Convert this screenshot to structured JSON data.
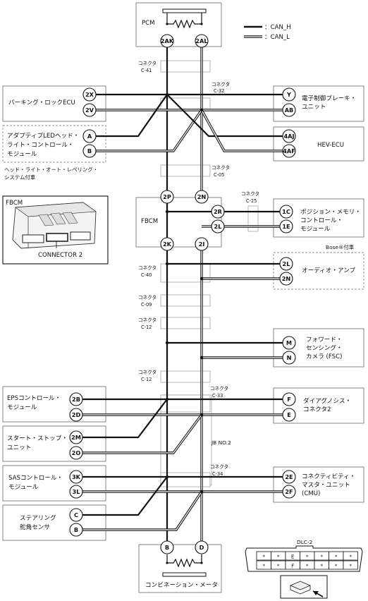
{
  "legend": {
    "can_h": "：CAN_H",
    "can_l": "：CAN_L"
  },
  "pcm": {
    "label": "PCM",
    "pin_h": "2AK",
    "pin_l": "2AL"
  },
  "connectors": {
    "c41": [
      "コネクタ",
      "C-41"
    ],
    "c32": [
      "コネクタ",
      "C-32"
    ],
    "c05": [
      "コネクタ",
      "C-05"
    ],
    "c25": [
      "コネクタ",
      "C-25"
    ],
    "c40": [
      "コネクタ",
      "C-40"
    ],
    "c09": [
      "コネクタ",
      "C-09"
    ],
    "c12a": [
      "コネクタ",
      "C-12"
    ],
    "c12b": [
      "コネクタ",
      "C-12"
    ],
    "c33": [
      "コネクタ",
      "C-33"
    ],
    "c34": [
      "コネクタ",
      "C-34"
    ]
  },
  "parking_lock": {
    "label": "パーキング・ロックECU",
    "pin_h": "2X",
    "pin_l": "2V"
  },
  "brake": {
    "label": [
      "電子制御ブレーキ・",
      "ユニット"
    ],
    "pin_h": "Y",
    "pin_l": "AB"
  },
  "headlight": {
    "label": [
      "アダプティブLEDヘッド・",
      "ライト・コントロール・",
      "モジュール"
    ],
    "pin_h": "A",
    "pin_l": "B",
    "note": [
      "ヘッド・ライト・オート・レベリング・",
      "システム付車"
    ]
  },
  "hev": {
    "label": "HEV-ECU",
    "pin_h": "4AJ",
    "pin_l": "4AF"
  },
  "fbcm_image": {
    "title": "FBCM",
    "caption": "CONNECTOR 2"
  },
  "fbcm": {
    "label": "FBCM",
    "pin_top_h": "2P",
    "pin_top_l": "2N",
    "pin_bot_h": "2K",
    "pin_bot_l": "2I",
    "pin_r1": "2R",
    "pin_r2": "2L"
  },
  "position_memory": {
    "label": [
      "ポジション・メモリ・",
      "コントロール・",
      "モジュール"
    ],
    "pin_h": "1C",
    "pin_l": "1E"
  },
  "audio": {
    "label": "オーディオ・アンプ",
    "note": "Bose®付車",
    "pin_h": "2L",
    "pin_l": "2N"
  },
  "fsc": {
    "label": [
      "フォワード・",
      "センシング・",
      "カメラ (FSC)"
    ],
    "pin_h": "M",
    "pin_l": "N"
  },
  "eps": {
    "label": [
      "EPSコントロール・",
      "モジュール"
    ],
    "pin_h": "2B",
    "pin_l": "2D"
  },
  "dlc_conn": {
    "label": [
      "ダイアグノシス・",
      "コネクタ2"
    ],
    "pin_h": "F",
    "pin_l": "E"
  },
  "start_stop": {
    "label": [
      "スタート・ストップ・",
      "ユニット"
    ],
    "pin_h": "2M",
    "pin_l": "2O"
  },
  "jb": "JB NO.2",
  "sas": {
    "label": [
      "SASコントロール・",
      "モジュール"
    ],
    "pin_h": "3K",
    "pin_l": "3L"
  },
  "cmu": {
    "label": [
      "コネクティビティ・",
      "マスタ・ユニット",
      "(CMU)"
    ],
    "pin_h": "2E",
    "pin_l": "2F"
  },
  "steering": {
    "label": [
      "ステアリング",
      "舵角センサ"
    ],
    "pin_h": "C",
    "pin_l": "B"
  },
  "meter": {
    "label": "コンビネーション・メータ",
    "pin_h": "B",
    "pin_l": "D"
  },
  "dlc2": {
    "title": "DLC-2",
    "row1": [
      "*",
      "*",
      "E",
      "*",
      "*",
      "*",
      "*"
    ],
    "row2": [
      "*",
      "*",
      "F",
      "*",
      "*",
      "*",
      "*"
    ]
  }
}
